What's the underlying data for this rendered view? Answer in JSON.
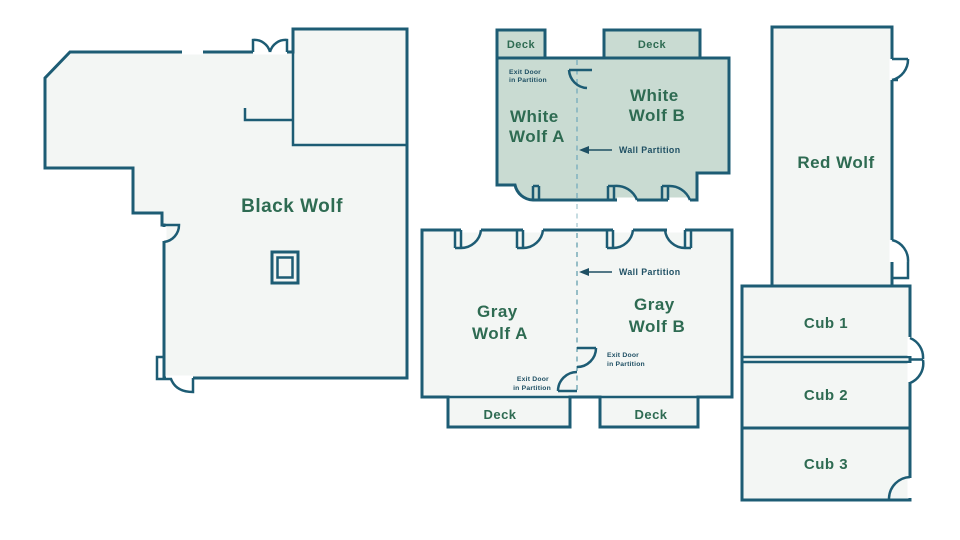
{
  "colors": {
    "wall": "#1d5c74",
    "room_fill": "#f3f6f4",
    "highlight_fill": "#c9dbd2",
    "room_text": "#2e6b52",
    "note_text": "#1e4f63",
    "dash": "#8cb8c2",
    "background": "#ffffff"
  },
  "labels": {
    "black_wolf": "Black Wolf",
    "white_wolf_a": [
      "White",
      "Wolf A"
    ],
    "white_wolf_b": [
      "White",
      "Wolf B"
    ],
    "gray_wolf_a": [
      "Gray",
      "Wolf A"
    ],
    "gray_wolf_b": [
      "Gray",
      "Wolf B"
    ],
    "red_wolf": "Red Wolf",
    "cub_1": "Cub 1",
    "cub_2": "Cub 2",
    "cub_3": "Cub 3",
    "deck": "Deck",
    "wall_partition": "Wall Partition",
    "exit_door": [
      "Exit Door",
      "in Partition"
    ]
  }
}
